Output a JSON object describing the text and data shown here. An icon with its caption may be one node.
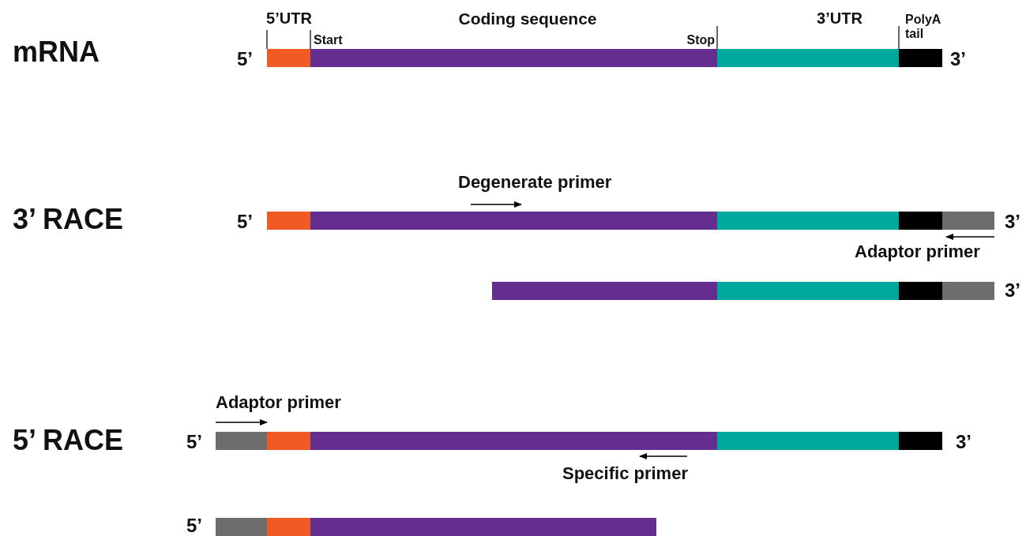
{
  "diagram": {
    "labels": [
      "5’UTR",
      "Coding sequence",
      "3’UTR",
      "PolyA tail",
      "Start",
      "Stop",
      "mRNA",
      "5’",
      "3’",
      "Degenerate primer",
      "3’ RACE",
      "5’",
      "3’",
      "Adaptor primer",
      "3’",
      "Adaptor primer",
      "5’ RACE",
      "5’",
      "3’",
      "Specific primer",
      "5’"
    ]
  }
}
